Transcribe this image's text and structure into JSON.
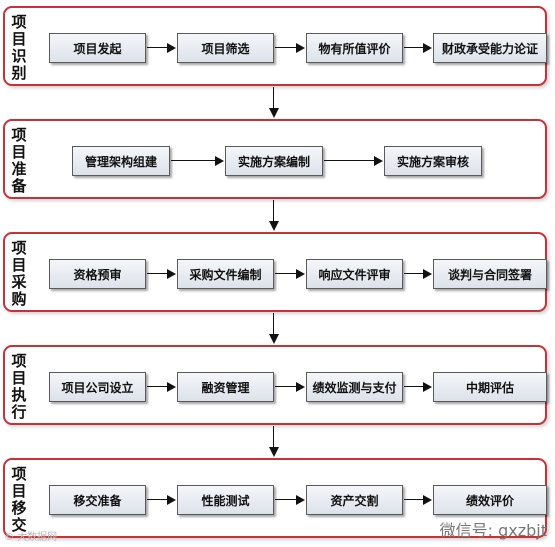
{
  "stages": [
    {
      "label": "项目识别",
      "steps": [
        "项目发起",
        "项目筛选",
        "物有所值评价",
        "财政承受能力论证"
      ]
    },
    {
      "label": "项目准备",
      "steps": [
        "管理架构组建",
        "实施方案编制",
        "实施方案审核"
      ]
    },
    {
      "label": "项目采购",
      "steps": [
        "资格预审",
        "采购文件编制",
        "响应文件评审",
        "谈判与合同签署"
      ]
    },
    {
      "label": "项目执行",
      "steps": [
        "项目公司设立",
        "融资管理",
        "绩效监测与支付",
        "中期评估"
      ]
    },
    {
      "label": "项目移交",
      "steps": [
        "移交准备",
        "性能测试",
        "资产交割",
        "绩效评价"
      ]
    }
  ],
  "watermark": "微信号: gxzbjt",
  "logo_watermark": "© 大数据网"
}
